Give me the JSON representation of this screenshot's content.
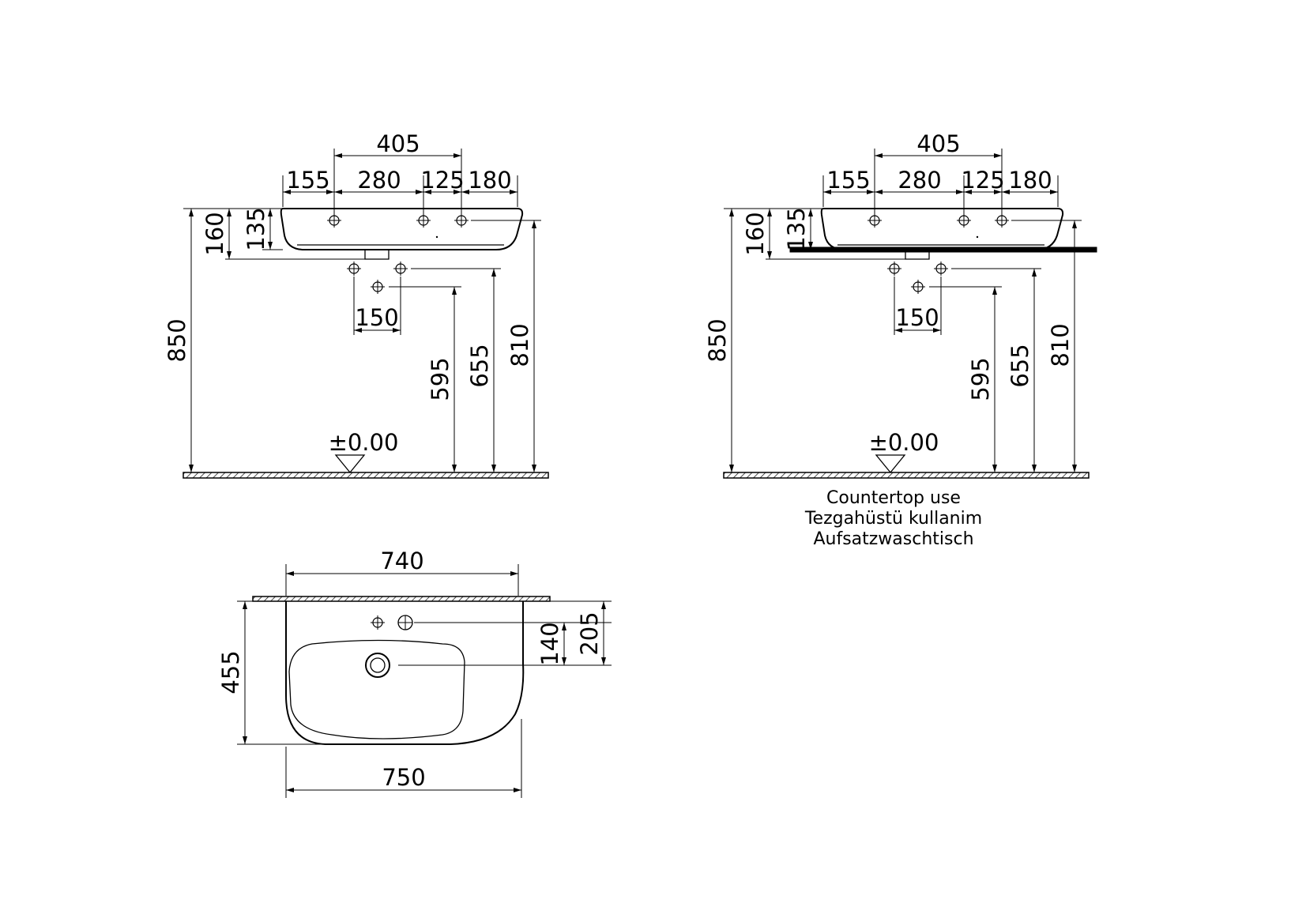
{
  "elevation_dims": {
    "top": "405",
    "d155": "155",
    "d280": "280",
    "d125": "125",
    "d180": "180",
    "h160": "160",
    "h135": "135",
    "h850": "850",
    "d150": "150",
    "h595": "595",
    "h655": "655",
    "h810": "810",
    "level": "±0.00"
  },
  "caption": {
    "line1": "Countertop use",
    "line2": "Tezgahüstü kullanim",
    "line3": "Aufsatzwaschtisch"
  },
  "plan_dims": {
    "w740": "740",
    "w750": "750",
    "h455": "455",
    "h140": "140",
    "h205": "205"
  }
}
